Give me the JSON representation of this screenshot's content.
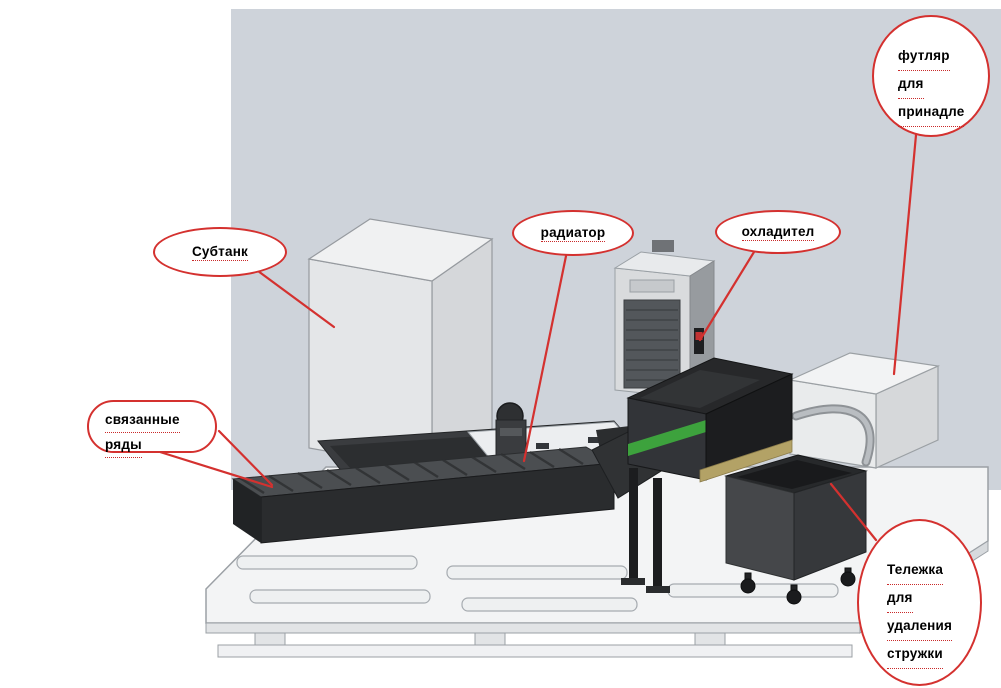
{
  "scene": {
    "background_color": "#ced3da",
    "callout_color": "#d4312f",
    "stripe_green": "#3da23d"
  },
  "callouts": {
    "subtank": {
      "label": "Субтанк"
    },
    "radiator": {
      "label": "радиатор"
    },
    "cooler": {
      "label": "охладител"
    },
    "accessory_case": {
      "line1": "футляр",
      "line2": "для",
      "line3": "принадле"
    },
    "linked_rows": {
      "line1": "связанные",
      "line2": "ряды"
    },
    "chip_cart": {
      "line1": "Тележка",
      "line2": "для",
      "line3": "удаления",
      "line4": "стружки"
    }
  }
}
